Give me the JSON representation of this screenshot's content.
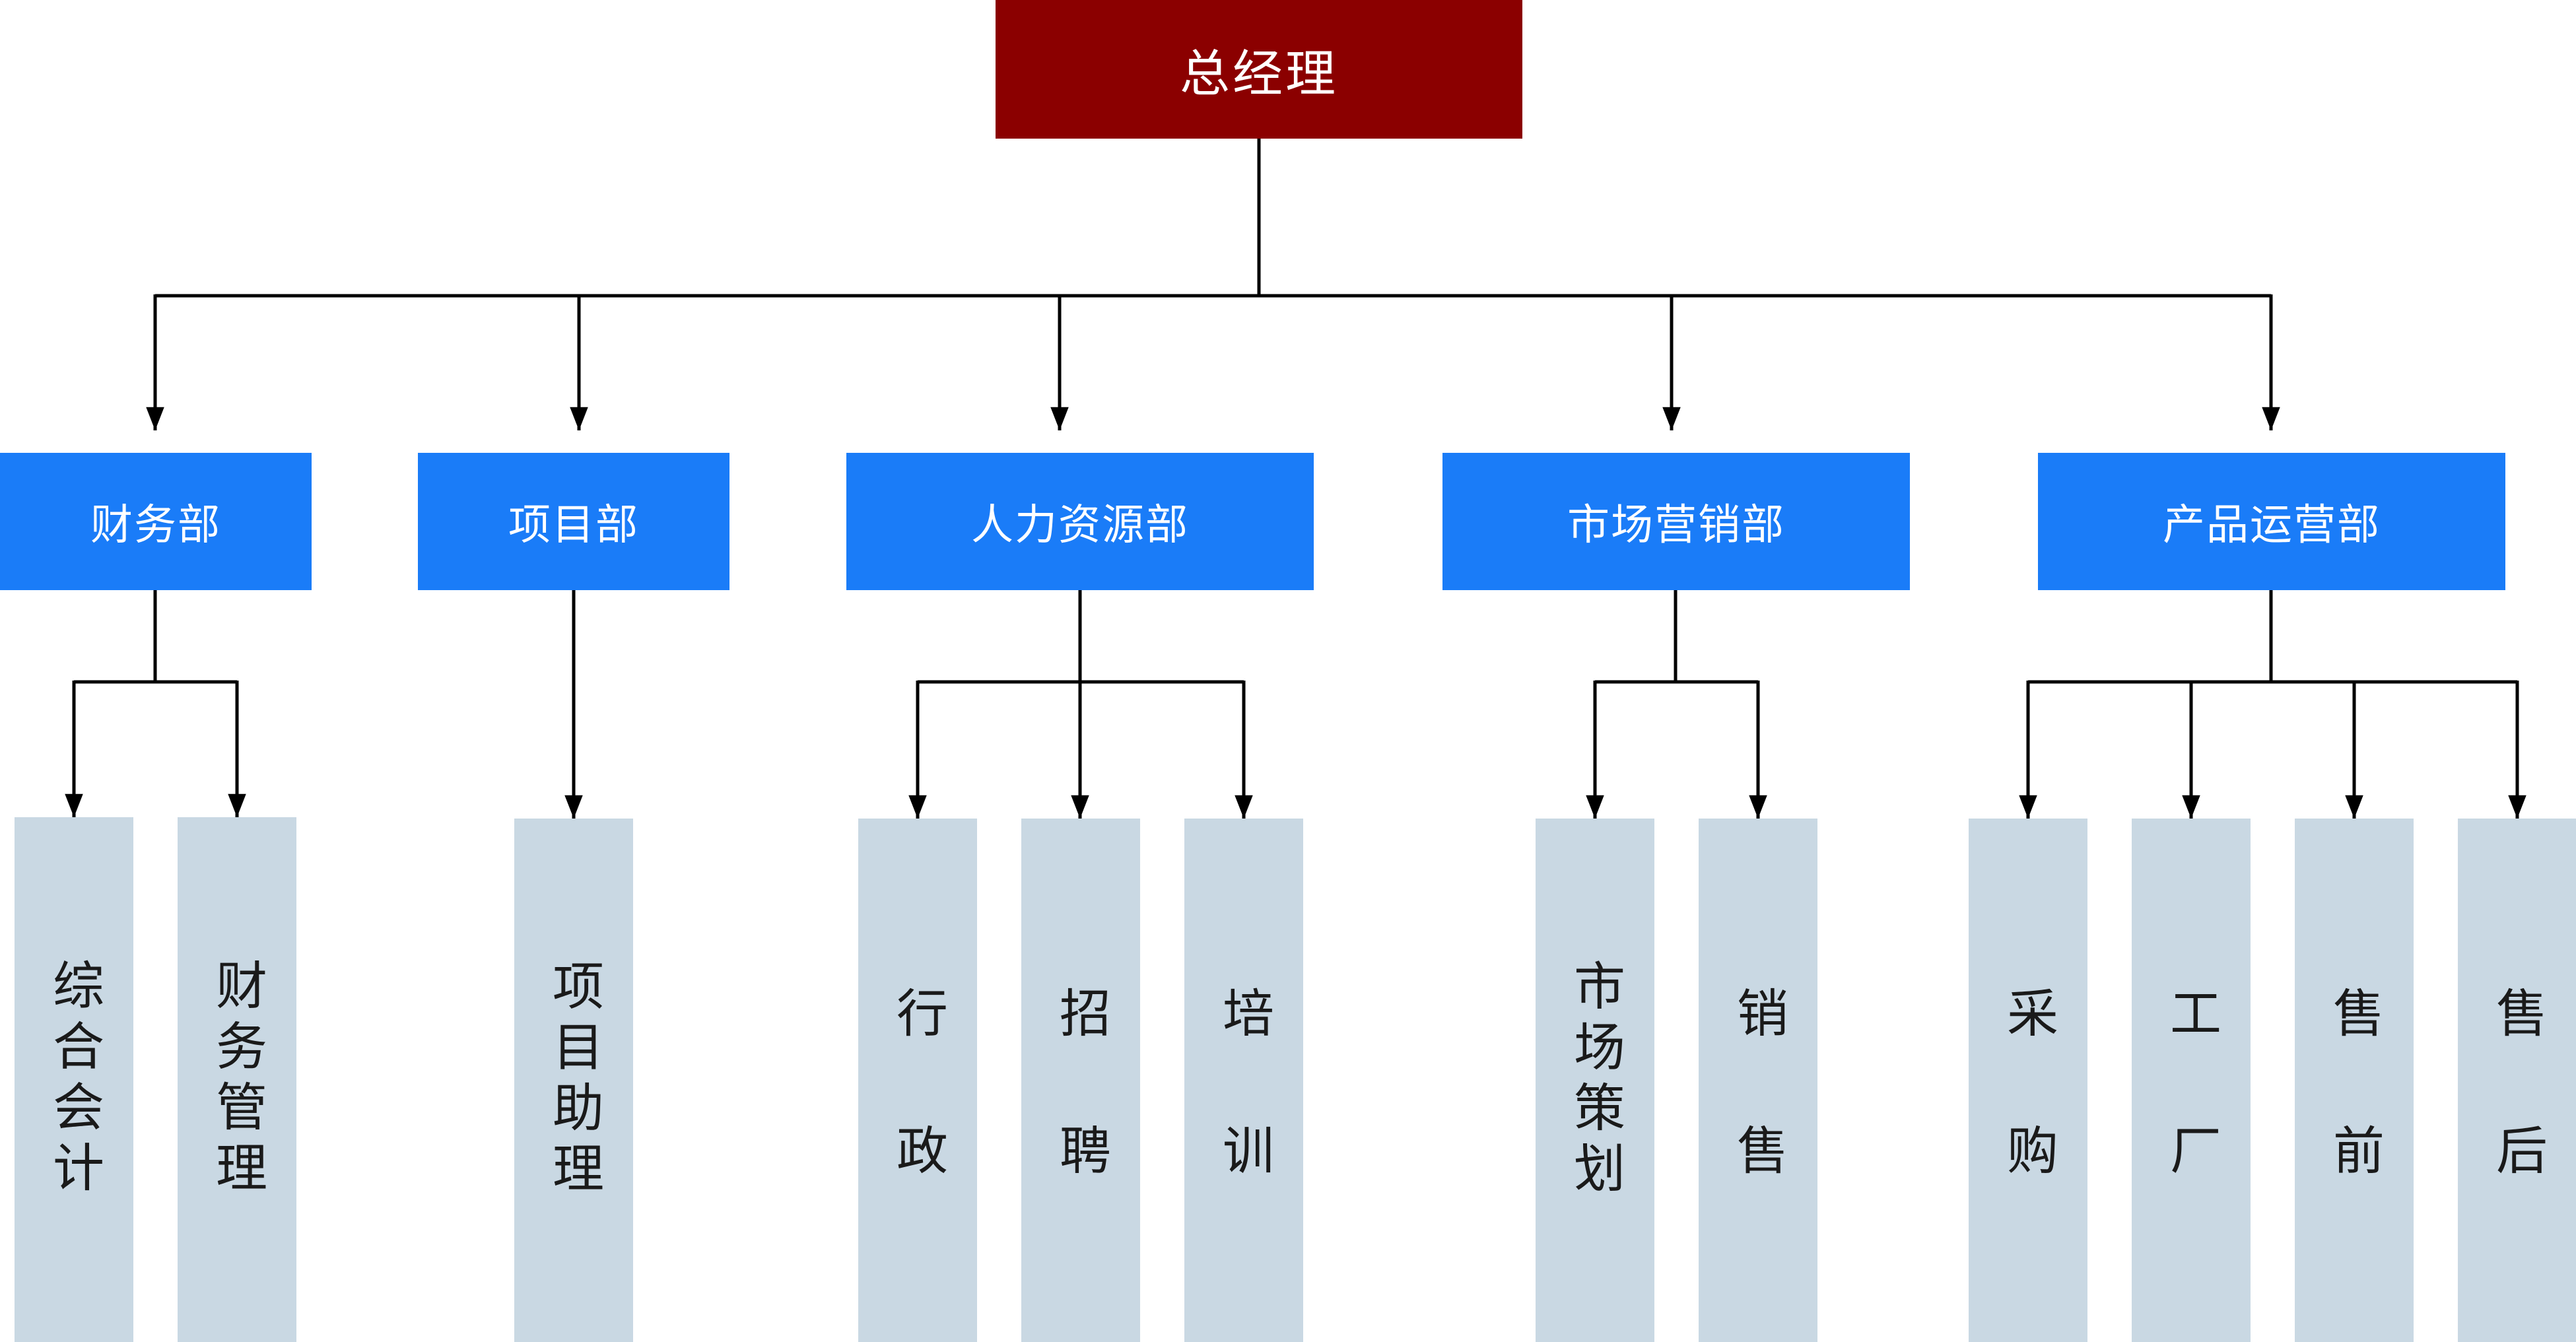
{
  "org": {
    "root": "总经理",
    "departments": [
      {
        "label": "财务部",
        "children": [
          "综合会计",
          "财务管理"
        ]
      },
      {
        "label": "项目部",
        "children": [
          "项目助理"
        ]
      },
      {
        "label": "人力资源部",
        "children": [
          "行政",
          "招聘",
          "培训"
        ]
      },
      {
        "label": "市场营销部",
        "children": [
          "市场策划",
          "销售"
        ]
      },
      {
        "label": "产品运营部",
        "children": [
          "采购",
          "工厂",
          "售前",
          "售后"
        ]
      }
    ]
  },
  "colors": {
    "root_fill": "#8b0000",
    "dept_fill": "#1a7cf8",
    "leaf_fill": "#c9d8e3",
    "connector": "#000000"
  }
}
